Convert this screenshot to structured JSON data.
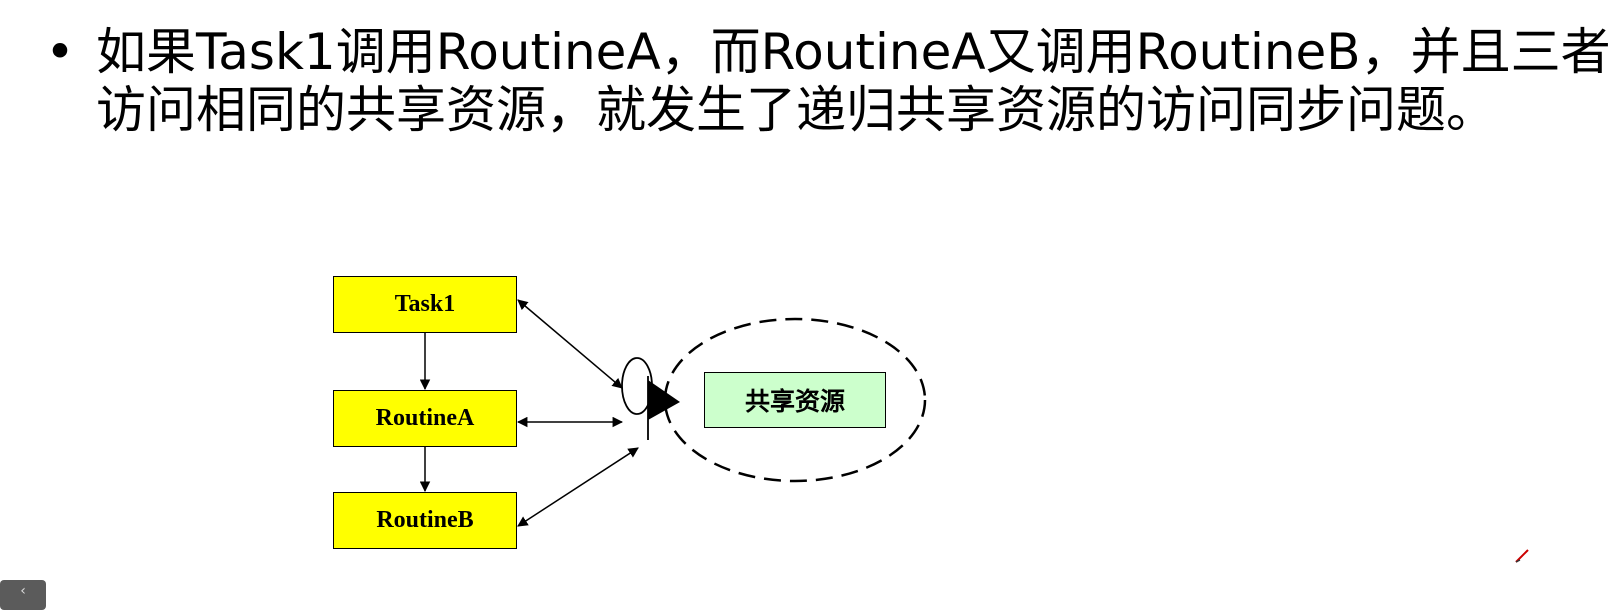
{
  "bullet": {
    "line1": "如果Task1调用RoutineA，而RoutineA又调用RoutineB，并且三者",
    "line2": "访问相同的共享资源，就发生了递归共享资源的访问同步问题。"
  },
  "diagram": {
    "task1": "Task1",
    "routineA": "RoutineA",
    "routineB": "RoutineB",
    "resource": "共享资源"
  },
  "colors": {
    "box_fill": "#ffff00",
    "resource_fill": "#ccffcc",
    "pen_accent": "#cc0000"
  },
  "icons": [
    "bullet-icon",
    "mutex-lock-icon",
    "pen-icon",
    "chevron-left-icon"
  ]
}
